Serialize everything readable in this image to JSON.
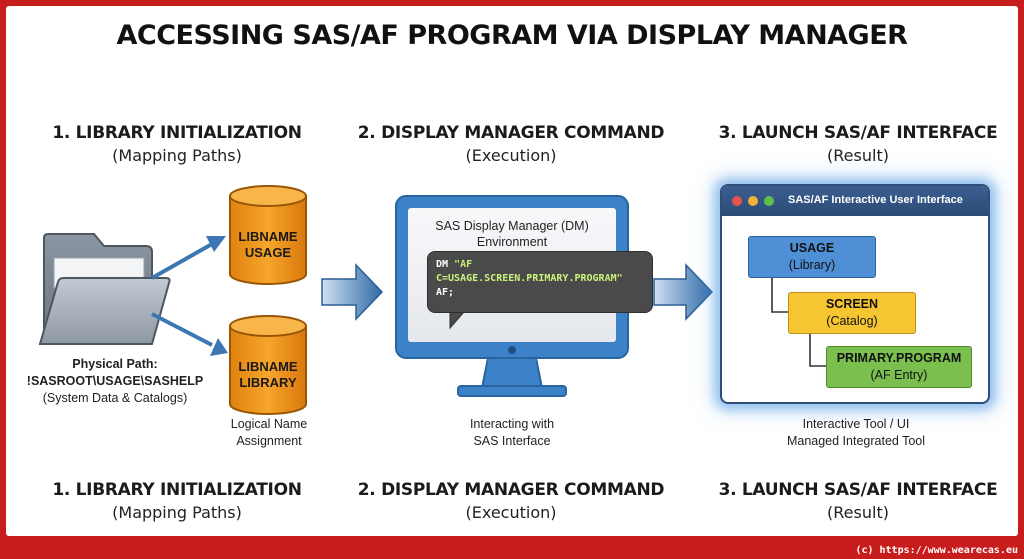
{
  "title": "ACCESSING SAS/AF PROGRAM VIA DISPLAY MANAGER",
  "sections": [
    {
      "heading": "1. LIBRARY INITIALIZATION",
      "sub": "(Mapping Paths)"
    },
    {
      "heading": "2. DISPLAY MANAGER COMMAND",
      "sub": "(Execution)"
    },
    {
      "heading": "3. LAUNCH SAS/AF INTERFACE",
      "sub": "(Result)"
    }
  ],
  "footer_sections": [
    {
      "heading": "1. LIBRARY INITIALIZATION",
      "sub": "(Mapping Paths)"
    },
    {
      "heading": "2. DISPLAY MANAGER COMMAND",
      "sub": "(Execution)"
    },
    {
      "heading": "3. LAUNCH SAS/AF INTERFACE",
      "sub": "(Result)"
    }
  ],
  "library": {
    "folder_icon": "folder-icon",
    "physical_path_label": "Physical Path:",
    "physical_path": "!SASROOT\\USAGE\\SASHELP",
    "physical_path_note": "(System Data & Catalogs)",
    "cylinders": [
      {
        "line1": "LIBNAME",
        "line2": "USAGE"
      },
      {
        "line1": "LIBNAME",
        "line2": "LIBRARY"
      }
    ],
    "caption_line1": "Logical Name",
    "caption_line2": "Assignment"
  },
  "display_manager": {
    "env_line1": "SAS Display Manager (DM)",
    "env_line2": "Environment",
    "cmd_line1_kw": "DM",
    "cmd_line1_str": "\"AF",
    "cmd_line2": "C=USAGE.SCREEN.PRIMARY.PROGRAM\"",
    "cmd_line3": "AF;",
    "caption_line1": "Interacting with",
    "caption_line2": "SAS Interface"
  },
  "af_window": {
    "title": "SAS/AF Interactive User Interface",
    "nodes": [
      {
        "name": "USAGE",
        "sub": "(Library)"
      },
      {
        "name": "SCREEN",
        "sub": "(Catalog)"
      },
      {
        "name": "PRIMARY.PROGRAM",
        "sub": "(AF Entry)"
      }
    ],
    "caption_line1": "Interactive Tool / UI",
    "caption_line2": "Managed Integrated Tool"
  },
  "colors": {
    "border_red": "#c81d1d",
    "cylinder_orange": "#f39a1e",
    "monitor_blue": "#3b82c8",
    "arrow_blue": "#3d77b3",
    "usage_blue": "#4f8fd6",
    "screen_yellow": "#f5c631",
    "program_green": "#7bbf4f"
  },
  "footer_credit": "(c) https://www.wearecas.eu"
}
